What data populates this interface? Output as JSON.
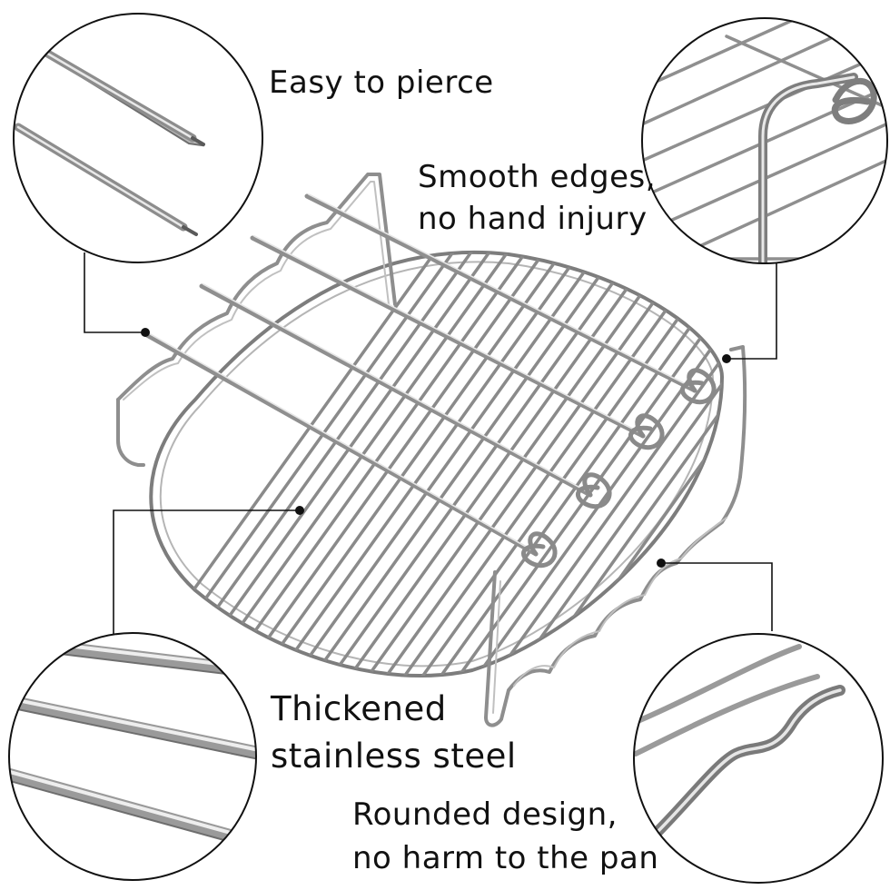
{
  "callouts": {
    "pierce": {
      "line1": "Easy to pierce"
    },
    "smooth": {
      "line1": "Smooth edges,",
      "line2": "no hand injury"
    },
    "steel": {
      "line1": "Thickened",
      "line2": "stainless steel"
    },
    "rounded": {
      "line1": "Rounded design,",
      "line2": "no harm to the pan"
    }
  }
}
